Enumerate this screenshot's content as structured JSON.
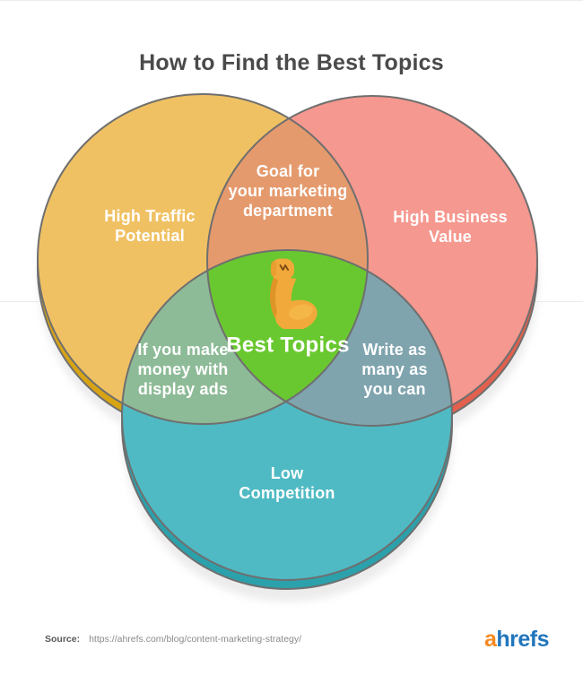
{
  "title": "How to Find the Best Topics",
  "diagram": {
    "outline_color": "#6f6f6f",
    "circles": [
      {
        "id": "high-traffic-potential",
        "label": "High Traffic\nPotential",
        "color": "#F0C163",
        "dark_color": "#D9A414"
      },
      {
        "id": "high-business-value",
        "label": "High Business\nValue",
        "color": "#F5988F",
        "dark_color": "#E2604D"
      },
      {
        "id": "low-competition",
        "label": "Low\nCompetition",
        "color": "#4FBAC3",
        "dark_color": "#2BA1AC"
      }
    ],
    "overlaps": {
      "traffic_business": {
        "label": "Goal for\nyour marketing\ndepartment",
        "color": "#E59A6D"
      },
      "traffic_competition": {
        "label": "If you make\nmoney with\ndisplay ads",
        "color": "#8EBB97"
      },
      "business_competition": {
        "label": "Write as\nmany as\nyou can",
        "color": "#7FA4AE"
      },
      "center": {
        "label": "Best Topics",
        "icon": "flexed-biceps",
        "color": "#69C82F"
      }
    }
  },
  "footer": {
    "source_label": "Source:",
    "source_url": "https://ahrefs.com/blog/content-marketing-strategy/",
    "logo": {
      "part1": "a",
      "part2": "hrefs",
      "part1_color": "#f68a20",
      "part2_color": "#2176bc"
    }
  }
}
